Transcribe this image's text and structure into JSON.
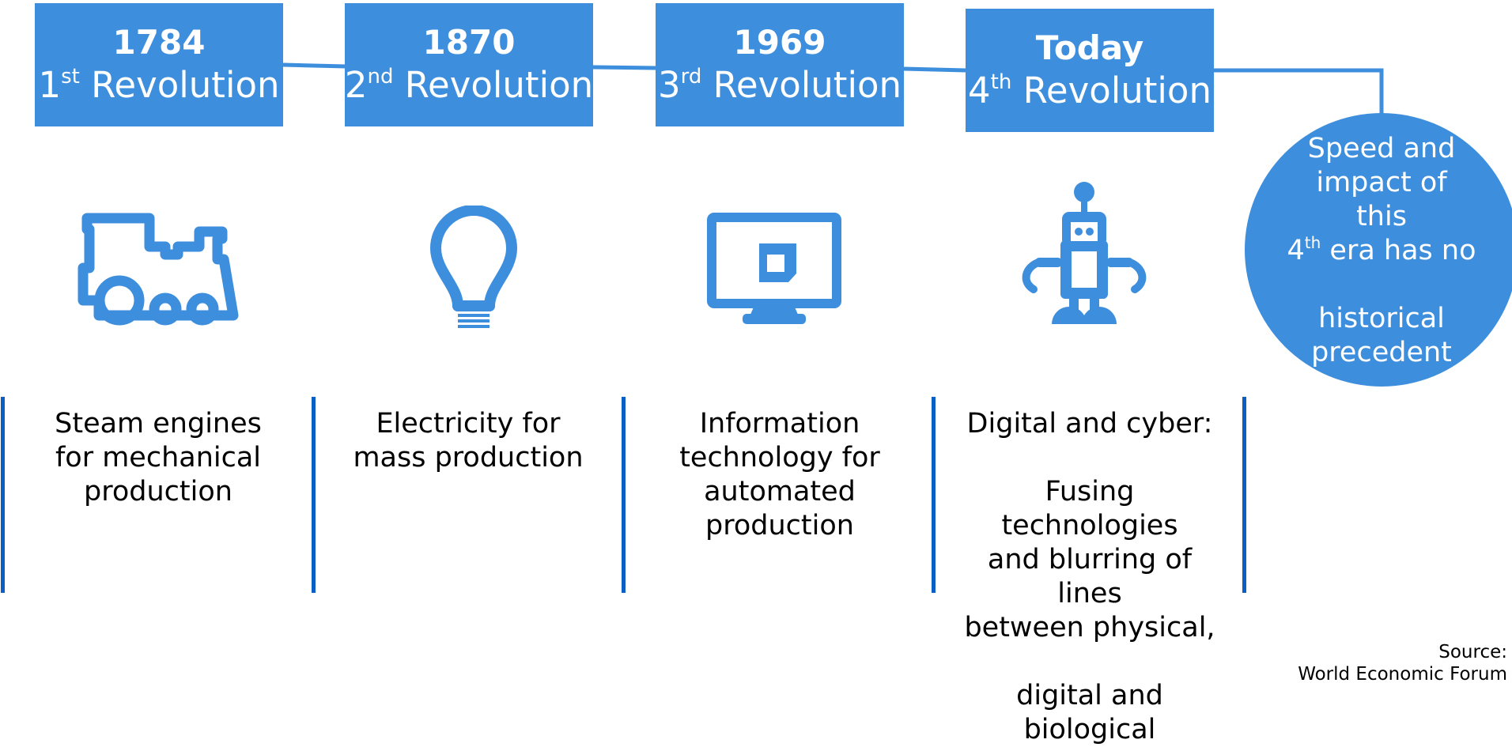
{
  "colors": {
    "box": "#3e8ede",
    "divider": "#0b5fc4",
    "text": "#000000"
  },
  "eras": [
    {
      "year": "1784",
      "ordinal": "1",
      "ordinal_suffix": "st",
      "label": " Revolution",
      "icon": "steam-train-icon",
      "description": "Steam engines\nfor mechanical\nproduction"
    },
    {
      "year": "1870",
      "ordinal": "2",
      "ordinal_suffix": "nd",
      "label": " Revolution",
      "icon": "light-bulb-icon",
      "description": "Electricity for\nmass production"
    },
    {
      "year": "1969",
      "ordinal": "3",
      "ordinal_suffix": "rd",
      "label": " Revolution",
      "icon": "computer-monitor-icon",
      "description": "Information\ntechnology for\nautomated\nproduction"
    },
    {
      "year": "Today",
      "ordinal": "4",
      "ordinal_suffix": "th",
      "label": " Revolution",
      "icon": "robot-icon",
      "description": "Digital and cyber:\n\nFusing\ntechnologies\nand blurring of\nlines\nbetween physical,\n\ndigital and\nbiological"
    }
  ],
  "callout": {
    "line1": "Speed and\nimpact of\nthis\n",
    "ordinal": "4",
    "ordinal_suffix": "th",
    "line2": " era has no\n\nhistorical\nprecedent"
  },
  "source": "Source:\nWorld Economic Forum"
}
